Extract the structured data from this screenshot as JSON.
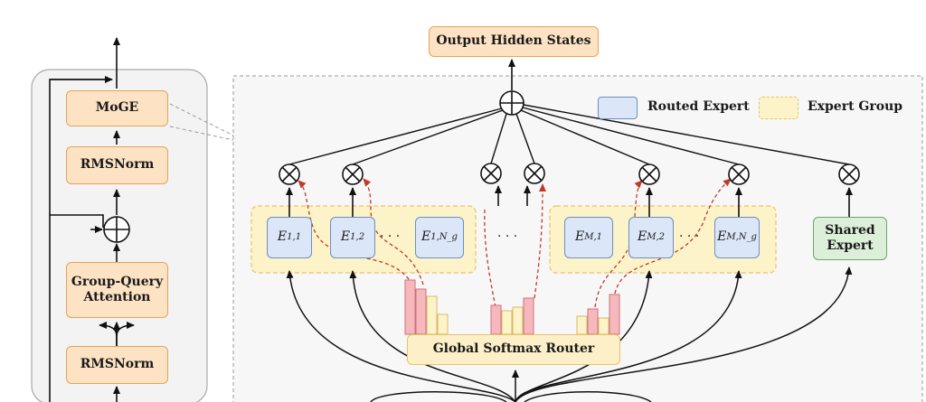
{
  "output_label": "Output Hidden States",
  "left_panel": {
    "moge": "MoGE",
    "rmsnorm_top": "RMSNorm",
    "attention": "Group-Query\nAttention",
    "rmsnorm_bottom": "RMSNorm"
  },
  "legend": {
    "routed": "Routed Expert",
    "group": "Expert Group"
  },
  "experts": {
    "e11": {
      "base": "E",
      "sub": "1,1"
    },
    "e12": {
      "base": "E",
      "sub": "1,2"
    },
    "e1n": {
      "base": "E",
      "sub": "1,N_g"
    },
    "em1": {
      "base": "E",
      "sub": "M,1"
    },
    "em2": {
      "base": "E",
      "sub": "M,2"
    },
    "emn": {
      "base": "E",
      "sub": "M,N_g"
    }
  },
  "ellipsis": "· · ·",
  "shared_expert": "Shared\nExpert",
  "router": "Global Softmax Router",
  "colors": {
    "orange_fill": "#fde3c4",
    "orange_border": "#e7a355",
    "blue_fill": "#dbe7f8",
    "blue_border": "#6d8fbf",
    "green_fill": "#dcefd8",
    "green_border": "#6fa66a",
    "pink": "#f6b8bd",
    "pink_border": "#c9737b",
    "cream": "#fdf3c8",
    "red_dash": "#c0392b"
  }
}
